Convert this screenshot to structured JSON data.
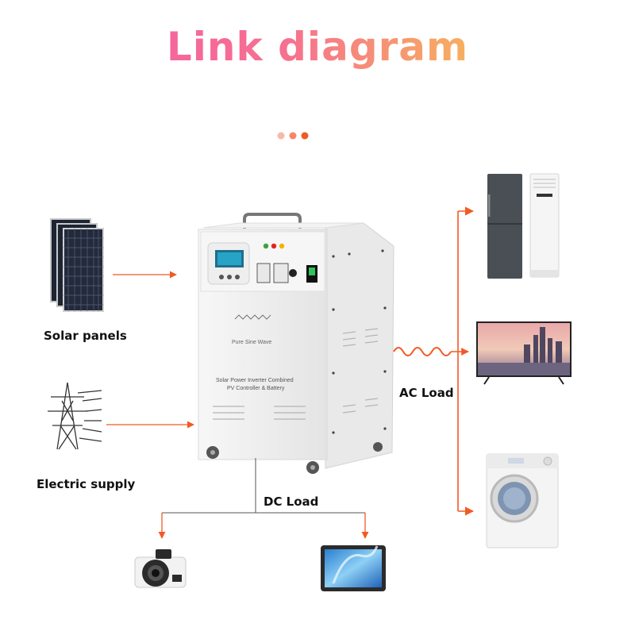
{
  "title": "Link diagram",
  "labels": {
    "solar_panels": "Solar panels",
    "electric_supply": "Electric supply",
    "ac_load": "AC Load",
    "dc_load": "DC Load"
  },
  "device": {
    "panel_text_1": "Pure Sine Wave",
    "panel_text_2": "Solar Power Inverter Combined",
    "panel_text_3": "PV Controller & Battery"
  },
  "colors": {
    "arrow": "#f15a24",
    "dot_light": "#f9b9a7",
    "dot_mid": "#f7876a",
    "dot_dark": "#f15a24",
    "title_start": "#f35ab0",
    "title_end": "#f9c446"
  }
}
